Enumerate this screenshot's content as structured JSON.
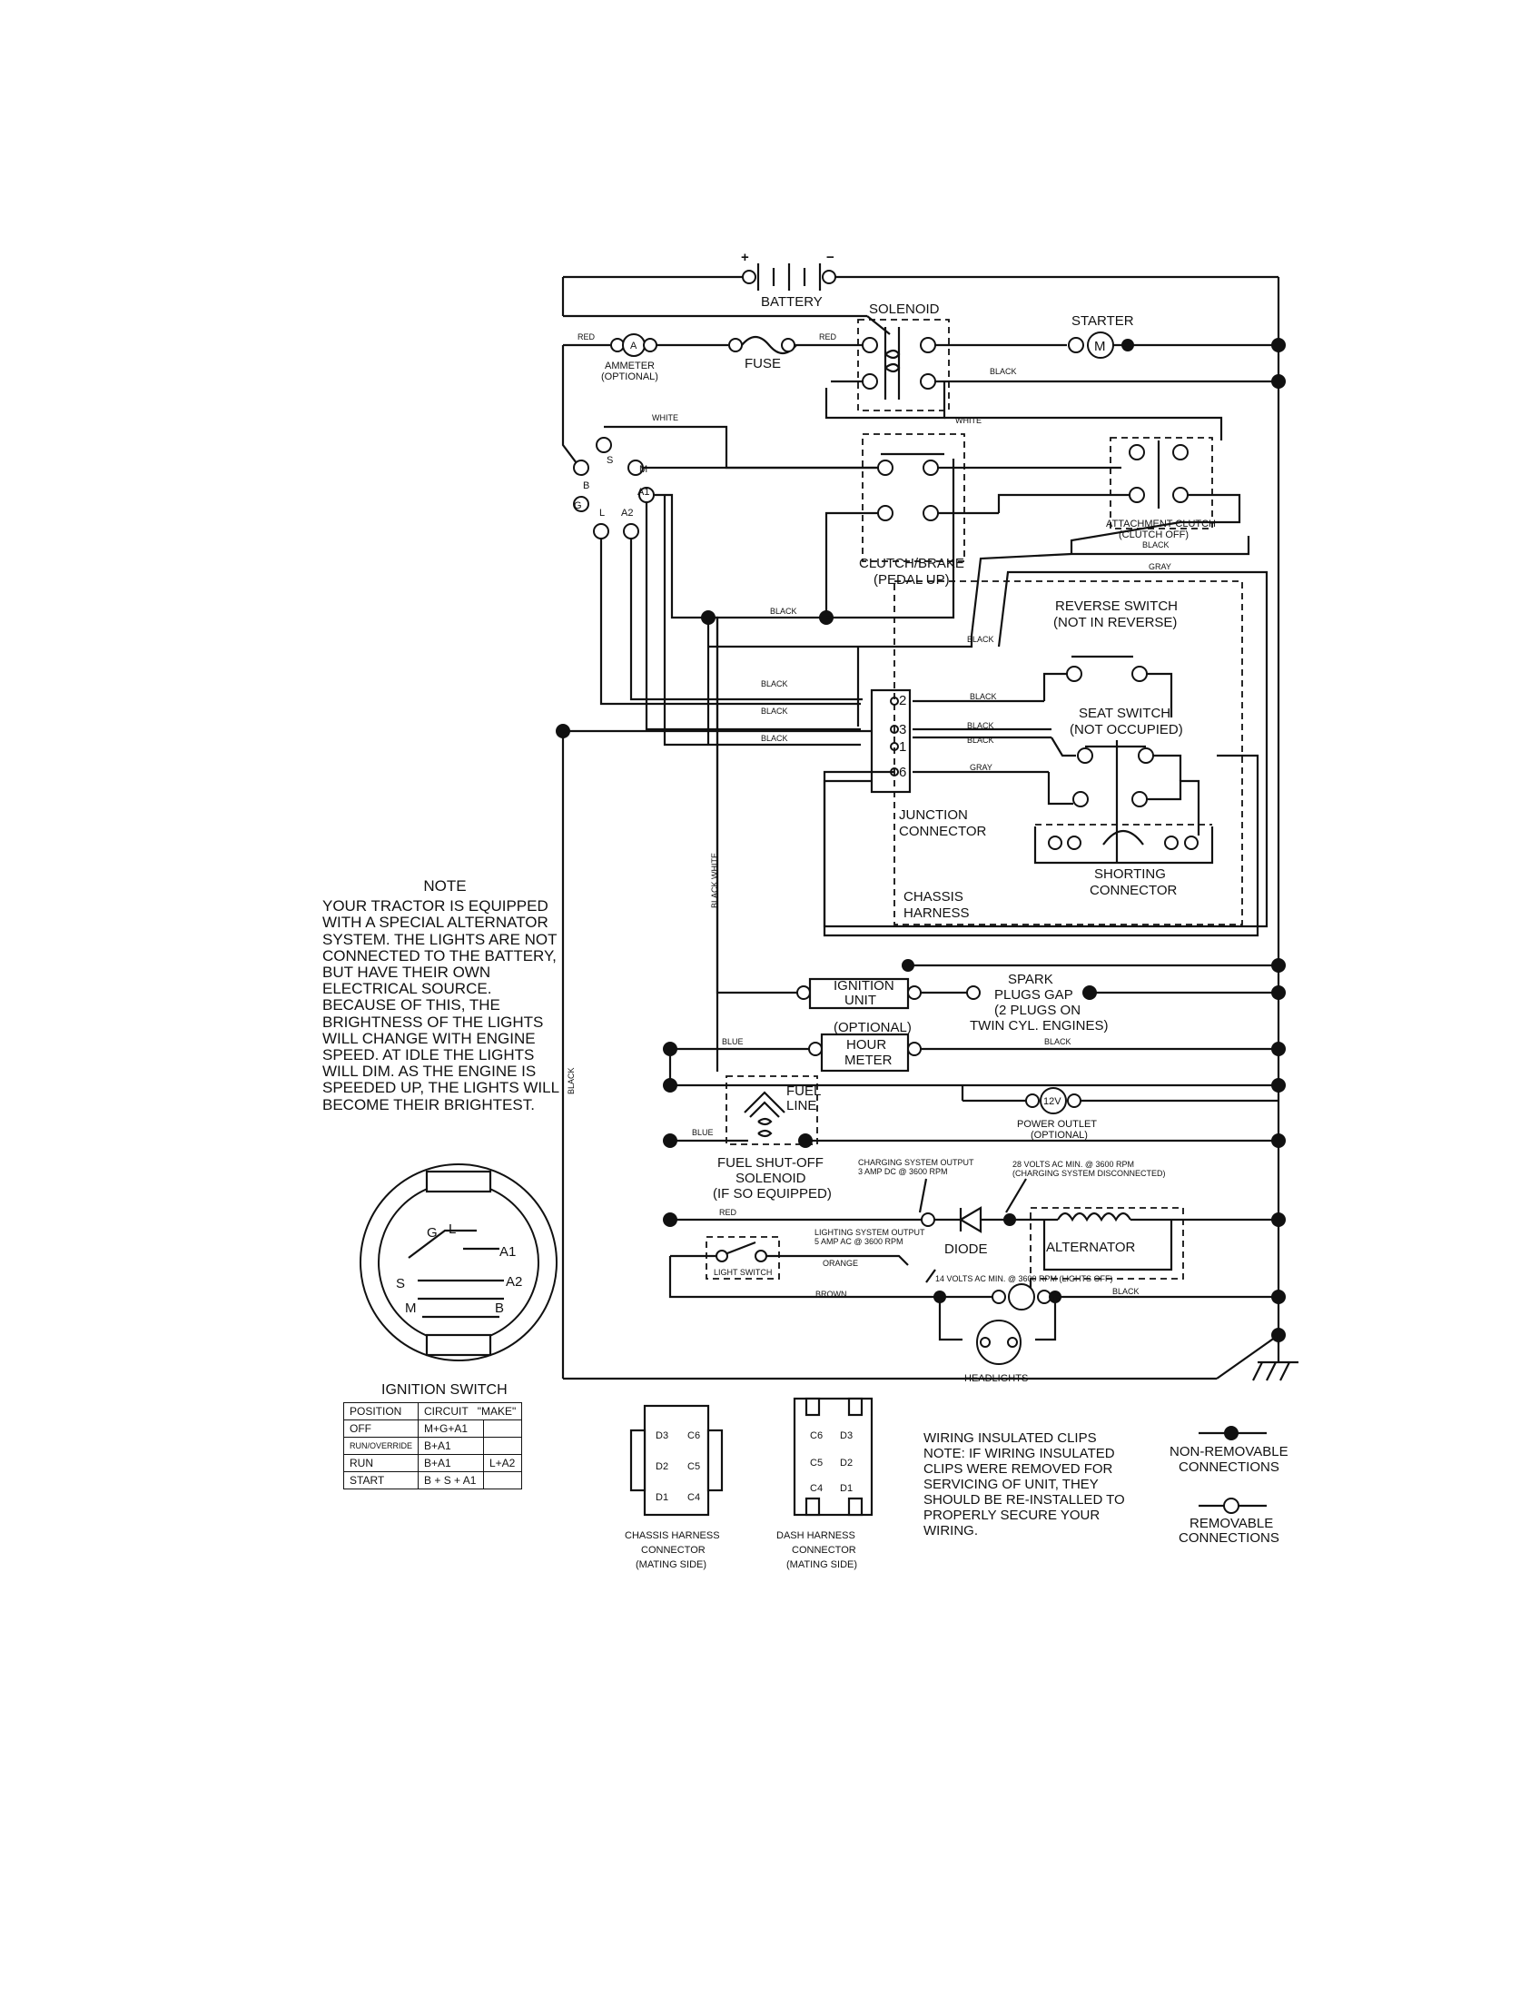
{
  "components": {
    "battery": "BATTERY",
    "battery_plus": "+",
    "battery_minus": "−",
    "solenoid": "SOLENOID",
    "starter": "STARTER",
    "starter_symbol": "M",
    "ammeter_symbol": "A",
    "ammeter": "AMMETER",
    "ammeter_optional": "(OPTIONAL)",
    "fuse": "FUSE",
    "clutch_brake": "CLUTCH/BRAKE",
    "clutch_brake_sub": "(PEDAL UP)",
    "attachment_clutch": "ATTACHMENT CLUTCH",
    "attachment_clutch_sub": "(CLUTCH OFF)",
    "reverse_switch": "REVERSE SWITCH",
    "reverse_switch_sub": "(NOT IN REVERSE)",
    "seat_switch": "SEAT SWITCH",
    "seat_switch_sub": "(NOT OCCUPIED)",
    "junction_connector": "JUNCTION",
    "junction_connector_sub": "CONNECTOR",
    "shorting_connector": "SHORTING",
    "shorting_connector_sub": "CONNECTOR",
    "chassis_harness": "CHASSIS",
    "chassis_harness_sub": "HARNESS",
    "ignition_unit": "IGNITION",
    "ignition_unit_sub": "UNIT",
    "spark_plugs": "SPARK",
    "spark_plugs_2": "PLUGS GAP",
    "spark_plugs_3": "(2 PLUGS ON",
    "spark_plugs_4": "TWIN CYL. ENGINES)",
    "hour_meter_optional": "(OPTIONAL)",
    "hour_meter": "HOUR",
    "hour_meter_sub": "METER",
    "fuel_line": "FUEL",
    "fuel_line_sub": "LINE",
    "fuel_solenoid": "FUEL SHUT-OFF",
    "fuel_solenoid_2": "SOLENOID",
    "fuel_solenoid_3": "(IF SO EQUIPPED)",
    "power_outlet_symbol": "12V",
    "power_outlet": "POWER OUTLET",
    "power_outlet_sub": "(OPTIONAL)",
    "diode": "DIODE",
    "alternator": "ALTERNATOR",
    "light_switch": "LIGHT SWITCH",
    "headlights": "HEADLIGHTS",
    "charging_output": "CHARGING SYSTEM OUTPUT",
    "charging_output_sub": "3 AMP DC @ 3600 RPM",
    "volts28": "28 VOLTS AC MIN. @ 3600 RPM",
    "volts28_sub": "(CHARGING SYSTEM DISCONNECTED)",
    "lighting_output": "LIGHTING SYSTEM OUTPUT",
    "lighting_output_sub": "5 AMP AC @ 3600 RPM",
    "volts14": "14 VOLTS AC MIN. @ 3600 RPM (LIGHTS OFF)"
  },
  "wire_colors": {
    "red": "RED",
    "white": "WHITE",
    "black": "BLACK",
    "gray": "GRAY",
    "blue": "BLUE",
    "orange": "ORANGE",
    "brown": "BROWN",
    "black_white": "BLACK WHITE"
  },
  "ignition_terminals": [
    "B",
    "S",
    "M",
    "A1",
    "A2",
    "L",
    "G"
  ],
  "junction_pins": [
    "2",
    "3",
    "1",
    "6"
  ],
  "note": {
    "heading": "NOTE",
    "body": "YOUR TRACTOR IS EQUIPPED WITH A SPECIAL ALTERNATOR SYSTEM. THE LIGHTS ARE NOT CONNECTED TO THE BATTERY, BUT HAVE THEIR OWN ELECTRICAL SOURCE. BECAUSE OF THIS, THE BRIGHTNESS OF THE LIGHTS WILL CHANGE WITH ENGINE SPEED. AT IDLE THE LIGHTS WILL DIM. AS THE ENGINE IS SPEEDED UP, THE LIGHTS WILL BECOME THEIR BRIGHTEST."
  },
  "ignition_switch": {
    "title": "IGNITION SWITCH",
    "face_labels": [
      "G",
      "L",
      "A1",
      "S",
      "A2",
      "M",
      "B"
    ],
    "headers": [
      "POSITION",
      "CIRCUIT",
      "\"MAKE\""
    ],
    "rows": [
      {
        "position": "OFF",
        "circuit": "M+G+A1",
        "extra": ""
      },
      {
        "position": "RUN/OVERRIDE",
        "circuit": "B+A1",
        "extra": ""
      },
      {
        "position": "RUN",
        "circuit": "B+A1",
        "extra": "L+A2"
      },
      {
        "position": "START",
        "circuit": "B + S + A1",
        "extra": ""
      }
    ]
  },
  "connectors": {
    "chassis": [
      "CHASSIS HARNESS",
      "CONNECTOR",
      "(MATING SIDE)"
    ],
    "chassis_pins": [
      "D3",
      "C6",
      "D2",
      "C5",
      "D1",
      "C4"
    ],
    "dash": [
      "DASH HARNESS",
      "CONNECTOR",
      "(MATING SIDE)"
    ],
    "dash_pins": [
      "C6",
      "D3",
      "C5",
      "D2",
      "C4",
      "D1"
    ]
  },
  "legend": {
    "clips_note": [
      "WIRING INSULATED CLIPS",
      "NOTE: IF WIRING INSULATED",
      "CLIPS WERE REMOVED FOR",
      "SERVICING OF UNIT, THEY",
      "SHOULD BE RE-INSTALLED TO",
      "PROPERLY SECURE YOUR",
      "WIRING."
    ],
    "non_removable": [
      "NON-REMOVABLE",
      "CONNECTIONS"
    ],
    "removable": [
      "REMOVABLE",
      "CONNECTIONS"
    ]
  }
}
